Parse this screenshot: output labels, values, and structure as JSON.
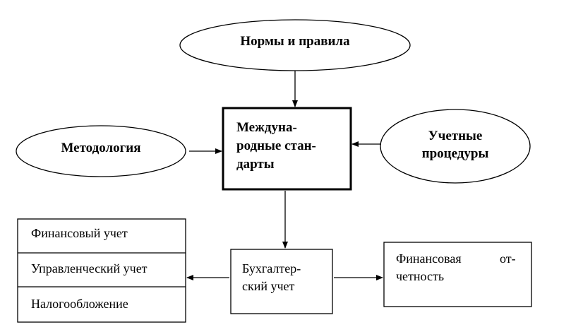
{
  "diagram": {
    "norms": "Нормы и правила",
    "methodology": "Методология",
    "procedures": [
      "Учетные",
      "процедуры"
    ],
    "standards": [
      "Междуна-",
      "родные  стан-",
      "дарты"
    ],
    "accounting": [
      "Бухгалтер-",
      "ский учет"
    ],
    "left_list": [
      "Финансовый учет",
      "Управленческий учет",
      "Налогообложение"
    ],
    "reporting": [
      "Финансовая",
      "от-",
      "четность"
    ]
  },
  "colors": {
    "stroke": "#000000",
    "background": "#ffffff"
  }
}
